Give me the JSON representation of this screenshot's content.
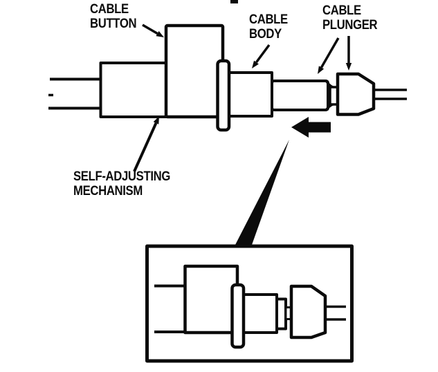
{
  "figure": {
    "colors": {
      "ink": "#0b0b0b",
      "paper": "#ffffff"
    },
    "labels": {
      "cable_button": "CABLE\nBUTTON",
      "cable_body": "CABLE\nBODY",
      "cable_plunger": "CABLE\nPLUNGER",
      "self_adjusting_mechanism": "SELF-ADJUSTING\nMECHANISM"
    },
    "icons": {
      "direction_arrow": "thick-left-arrow",
      "inset_pointer": "tapered-wedge-callout"
    }
  }
}
